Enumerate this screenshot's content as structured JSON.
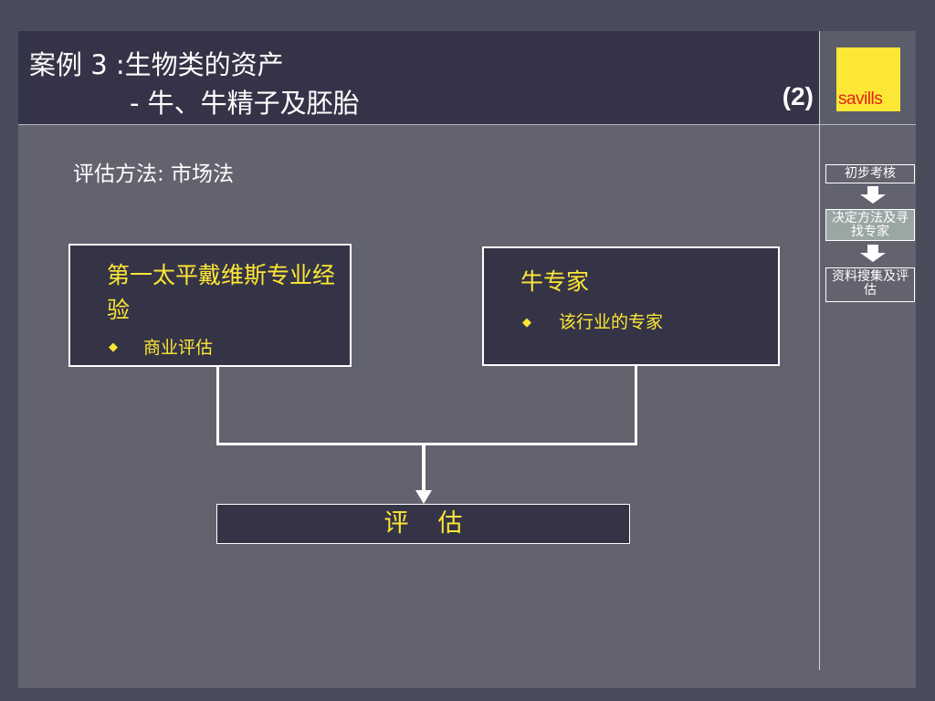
{
  "header": {
    "title_line1": "案例 3 :生物类的资产",
    "title_line2": "- 牛、牛精子及胚胎",
    "page_number": "(2)"
  },
  "logo": {
    "text": "savills",
    "bg_color": "#fde735",
    "text_color": "#e2231a"
  },
  "method": "评估方法: 市场法",
  "left_box": {
    "title": "第一太平戴维斯专业经验",
    "bullet": "商业评估"
  },
  "right_box": {
    "title": "牛专家",
    "bullet": "该行业的专家"
  },
  "result_box": {
    "label": "评估"
  },
  "bullet_icon": "◆",
  "nav": {
    "steps": [
      {
        "label": "初步考核",
        "active": false
      },
      {
        "label": "决定方法及寻找专家",
        "active": true
      },
      {
        "label": "资料搜集及评估",
        "active": false
      }
    ],
    "arrow_icon": "down-arrow-icon"
  },
  "colors": {
    "accent_text": "#fde735",
    "box_fill": "#353447",
    "background": "#62636f"
  }
}
